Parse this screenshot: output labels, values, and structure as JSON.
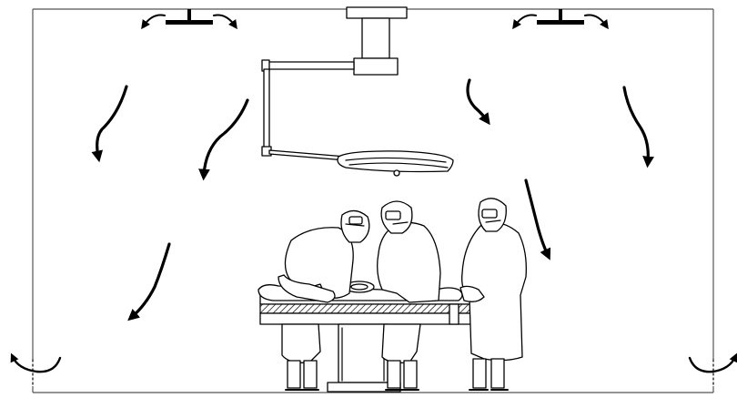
{
  "diagram": {
    "kind": "operating-room-airflow-illustration",
    "colors": {
      "line": "#000000",
      "wall": "#555555",
      "background": "#ffffff"
    },
    "icons": [
      "ceiling-diffuser",
      "surgical-lamp",
      "operating-table",
      "surgeon",
      "airflow-arrow",
      "exhaust-return"
    ]
  }
}
